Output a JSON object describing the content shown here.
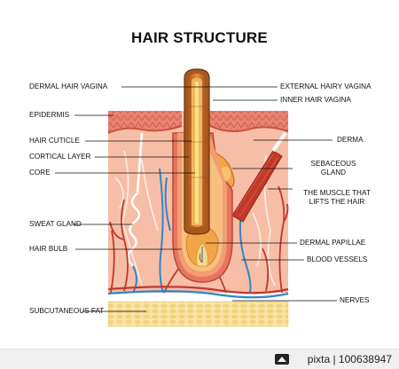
{
  "title": "HAIR STRUCTURE",
  "labels": {
    "dermal_hair_vagina": "DERMAL HAIR VAGINA",
    "epidermis": "EPIDERMIS",
    "hair_cuticle": "HAIR CUTICLE",
    "cortical_layer": "CORTICAL LAYER",
    "core": "CORE",
    "sweat_gland": "SWEAT GLAND",
    "hair_bulb": "HAIR BULB",
    "subcutaneous_fat": "SUBCUTANEOUS FAT",
    "external_hairy_vagina": "EXTERNAL HAIRY VAGINA",
    "inner_hair_vagina": "INNER HAIR VAGINA",
    "derma": "DERMA",
    "sebaceous_gland_1": "SEBACEOUS",
    "sebaceous_gland_2": "GLAND",
    "muscle_1": "THE MUSCLE THAT",
    "muscle_2": "LIFTS THE HAIR",
    "dermal_papillae": "DERMAL PAPILLAE",
    "blood_vessels": "BLOOD VESSELS",
    "nerves": "NERVES"
  },
  "watermark": {
    "logo_text": "PIXTA",
    "id": "pixta | 100638947"
  },
  "colors": {
    "skin": "#f6b9a1",
    "epidermis": "#e2776a",
    "fat": "#f7dfa0",
    "vessel_red": "#c0392b",
    "vessel_blue": "#2f86c8",
    "hair_orange": "#e98a3a"
  }
}
